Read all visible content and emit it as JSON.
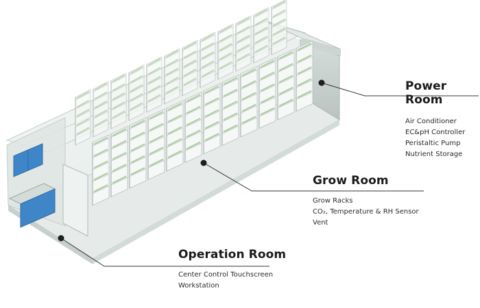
{
  "rooms": {
    "power": {
      "title": "Power Room",
      "items": [
        "Air Conditioner",
        "EC&pH Controller",
        "Peristaltic Pump",
        "Nutrient Storage"
      ]
    },
    "grow": {
      "title": "Grow Room",
      "items": [
        "Grow Racks",
        "CO₂, Temperature & RH Sensor",
        "Vent"
      ]
    },
    "operation": {
      "title": "Operation Room",
      "items": [
        "Center Control Touchscreen",
        "Workstation"
      ]
    }
  },
  "colors": {
    "shell": "#dfe6e4",
    "shell_dark": "#bcc6c3",
    "floor": "#e9eeed",
    "rack": "#f6f8f8",
    "plants": "#9fc48e",
    "cabinet": "#3f86c8",
    "leader": "#333333",
    "marker": "#1e1e1e"
  }
}
